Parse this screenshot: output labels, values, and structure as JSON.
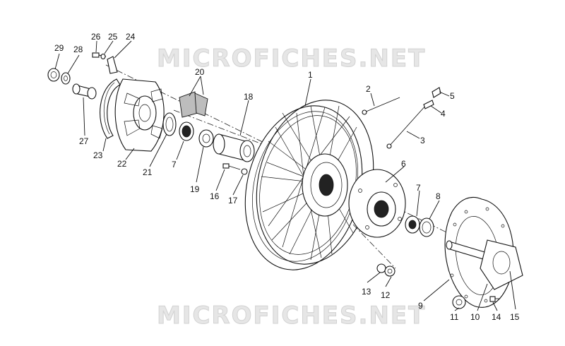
{
  "watermark": {
    "text": "MICROFICHES.NET"
  },
  "callouts": [
    {
      "id": "c1",
      "text": "1"
    },
    {
      "id": "c2",
      "text": "2"
    },
    {
      "id": "c3",
      "text": "3"
    },
    {
      "id": "c4",
      "text": "4"
    },
    {
      "id": "c5",
      "text": "5"
    },
    {
      "id": "c6",
      "text": "6"
    },
    {
      "id": "c7a",
      "text": "7"
    },
    {
      "id": "c7b",
      "text": "7"
    },
    {
      "id": "c8",
      "text": "8"
    },
    {
      "id": "c9",
      "text": "9"
    },
    {
      "id": "c10",
      "text": "10"
    },
    {
      "id": "c11",
      "text": "11"
    },
    {
      "id": "c12",
      "text": "12"
    },
    {
      "id": "c13",
      "text": "13"
    },
    {
      "id": "c14",
      "text": "14"
    },
    {
      "id": "c15",
      "text": "15"
    },
    {
      "id": "c16",
      "text": "16"
    },
    {
      "id": "c17",
      "text": "17"
    },
    {
      "id": "c18",
      "text": "18"
    },
    {
      "id": "c19",
      "text": "19"
    },
    {
      "id": "c20",
      "text": "20"
    },
    {
      "id": "c21",
      "text": "21"
    },
    {
      "id": "c22",
      "text": "22"
    },
    {
      "id": "c23",
      "text": "23"
    },
    {
      "id": "c24",
      "text": "24"
    },
    {
      "id": "c25",
      "text": "25"
    },
    {
      "id": "c26",
      "text": "26"
    },
    {
      "id": "c27",
      "text": "27"
    },
    {
      "id": "c28",
      "text": "28"
    },
    {
      "id": "c29",
      "text": "29"
    }
  ]
}
